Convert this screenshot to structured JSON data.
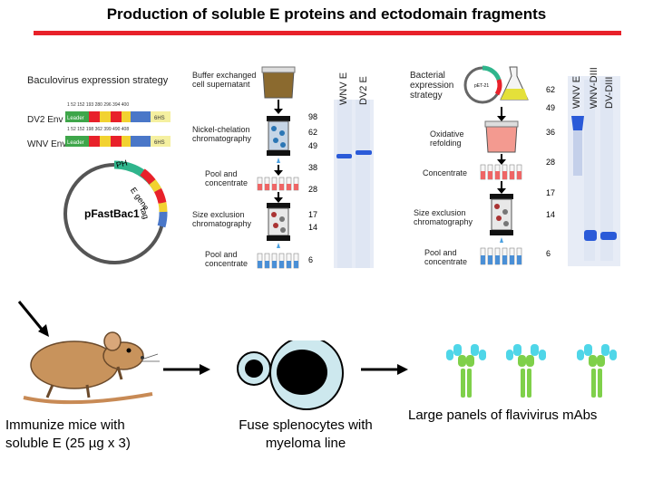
{
  "title": "Production of soluble E proteins and ectodomain fragments",
  "colors": {
    "accent_red": "#e8212a",
    "gel_blue": "#2a5ad8",
    "antibody_green": "#7fd04a",
    "antibody_cyan": "#4fd6e8",
    "cell_fill": "#cde8ee"
  },
  "baculo": {
    "title": "Baculovirus expression strategy",
    "dv2_label": "DV2 Env",
    "wnv_label": "WNV Env",
    "dv2_numbers": "1  52  152  193  280 296   394    400",
    "wnv_numbers": "1  52  152 198  362 399   490    408",
    "leader": "Leader",
    "tag": "6HS",
    "plasmid": "pFastBac1",
    "promoter": "PH",
    "gene": "E gene",
    "tag2": "tag"
  },
  "purif1": {
    "step1": "Buffer exchanged cell supernatant",
    "step2": "Nickel-chelation chromatography",
    "step3": "Pool and concentrate",
    "step4": "Size exclusion chromatography",
    "step5": "Pool and concentrate"
  },
  "gel1": {
    "lanes": [
      "WNV E",
      "DV2 E"
    ],
    "markers": [
      "98",
      "62",
      "49",
      "38",
      "28",
      "17",
      "14",
      "6"
    ]
  },
  "bact": {
    "title": "Bacterial expression strategy",
    "plasmid": "pET-21",
    "step1": "Oxidative refolding",
    "step2": "Concentrate",
    "step3": "Size exclusion chromatography",
    "step4": "Pool and concentrate"
  },
  "gel2": {
    "lanes": [
      "WNV E",
      "WNV-DIII",
      "DV-DIII"
    ],
    "markers": [
      "62",
      "49",
      "36",
      "28",
      "17",
      "14",
      "6"
    ]
  },
  "bottom": {
    "immunize": "Immunize mice with soluble E (25 µg x 3)",
    "fuse": "Fuse splenocytes with myeloma line",
    "panels": "Large panels of flavivirus mAbs"
  }
}
